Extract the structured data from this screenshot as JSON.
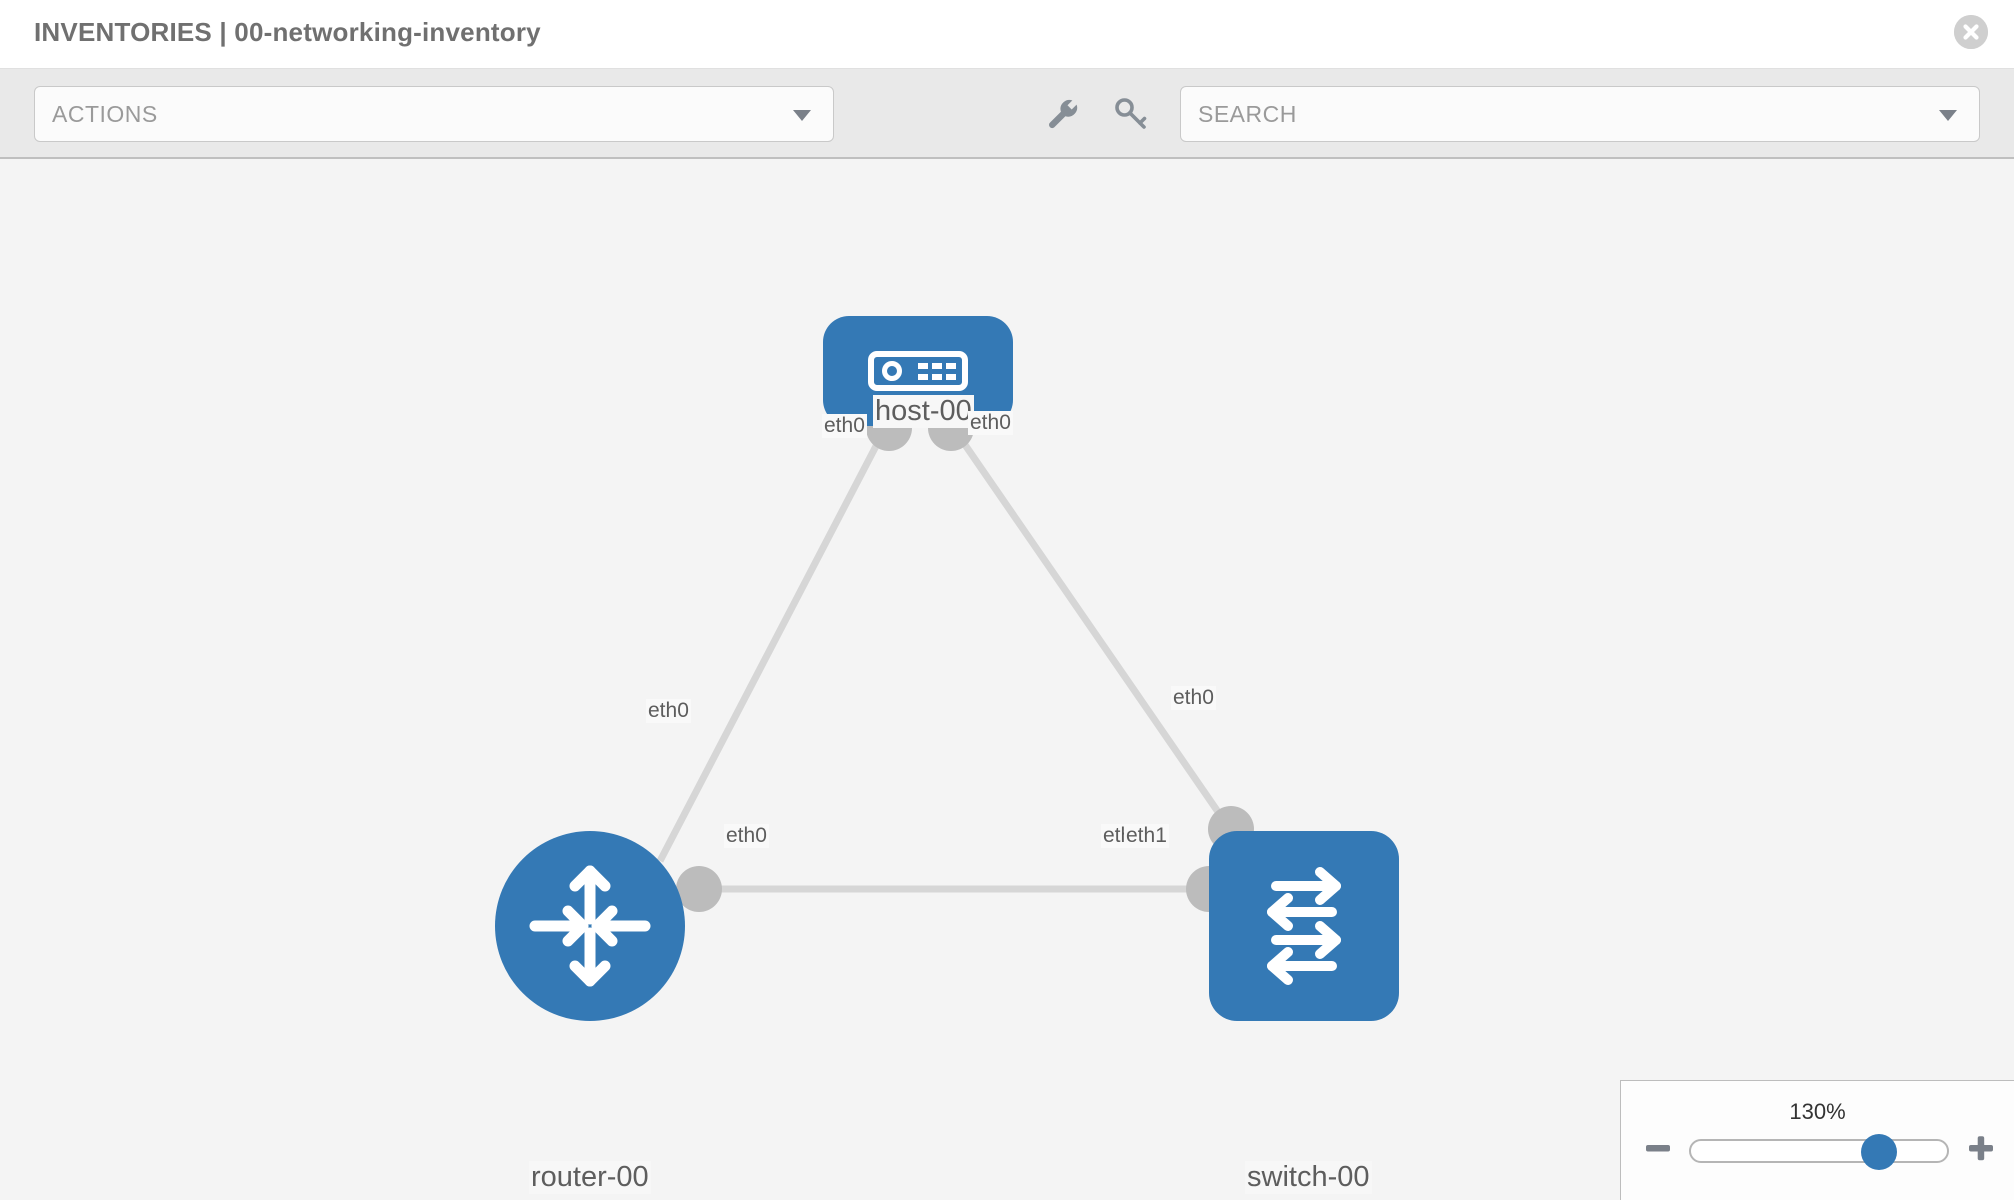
{
  "header": {
    "title": "INVENTORIES | 00-networking-inventory",
    "close_icon": "close-circle-icon"
  },
  "toolbar": {
    "actions_label": "ACTIONS",
    "actions_caret": "chevron-down-icon",
    "wrench_icon": "wrench-icon",
    "key_icon": "key-icon",
    "search_placeholder": "SEARCH",
    "search_value": "",
    "search_caret": "chevron-down-icon"
  },
  "topology": {
    "nodes": [
      {
        "id": "host-00",
        "label": "host-00",
        "type": "host",
        "icon": "server-icon",
        "color": "#3479b5"
      },
      {
        "id": "router-00",
        "label": "router-00",
        "type": "router",
        "icon": "router-arrows-icon",
        "color": "#3479b5"
      },
      {
        "id": "switch-00",
        "label": "switch-00",
        "type": "switch",
        "icon": "switch-arrows-icon",
        "color": "#3479b5"
      }
    ],
    "links": [
      {
        "from": "host-00",
        "to": "router-00",
        "from_iface": "eth0",
        "to_iface": "eth0"
      },
      {
        "from": "host-00",
        "to": "switch-00",
        "from_iface": "eth0",
        "to_iface": "eth0"
      },
      {
        "from": "router-00",
        "to": "switch-00",
        "from_iface": "eth0",
        "to_iface": "eth1"
      }
    ],
    "interface_labels": {
      "host_left": "eth0",
      "host_right": "eth0",
      "router_up": "eth0",
      "switch_up": "eth0",
      "router_right": "eth0",
      "switch_left_hidden": "eth0",
      "switch_left": "eth1"
    }
  },
  "zoom_control": {
    "value": "130%",
    "minus_label": "minus-icon",
    "plus_label": "plus-icon",
    "slider_position_pct": 70,
    "accent_color": "#3479b5"
  }
}
